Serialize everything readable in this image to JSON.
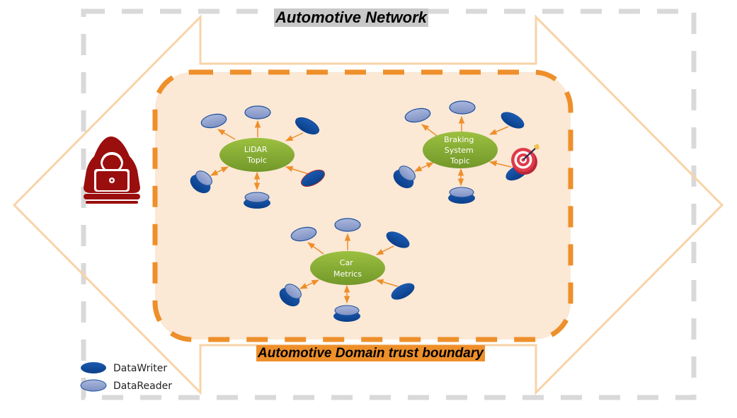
{
  "title": "Automotive Network",
  "boundary_label": "Automotive Domain trust boundary",
  "colors": {
    "network_border": "#d9d9d9",
    "boundary_border": "#ee8f2a",
    "boundary_fill": "#fbe8d5",
    "arrow_outline": "#f8d3a8",
    "topic_fill": "#86ad34",
    "link": "#ee8f2a",
    "data_writer": "#0e4a9c",
    "data_reader": "#8fa1cf",
    "attacker": "#9b0e0e",
    "target": "#e13a4a"
  },
  "topics": [
    {
      "id": "lidar",
      "lines": [
        "LiDAR",
        "Topic"
      ]
    },
    {
      "id": "braking",
      "lines": [
        "Braking",
        "System",
        "Topic"
      ],
      "targeted": true
    },
    {
      "id": "car-metrics",
      "lines": [
        "Car",
        "Metrics"
      ]
    }
  ],
  "legend": [
    {
      "kind": "writer",
      "label": "DataWriter"
    },
    {
      "kind": "reader",
      "label": "DataReader"
    }
  ],
  "icons": {
    "attacker": "hooded-hacker-laptop-icon",
    "target": "bullseye-target-icon"
  }
}
